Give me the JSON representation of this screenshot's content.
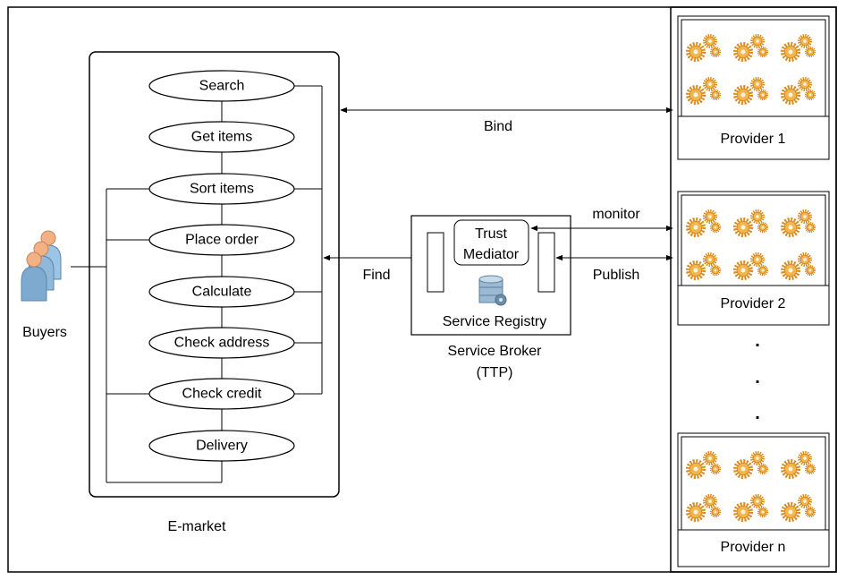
{
  "emarket": {
    "label": "E-market",
    "steps": [
      "Search",
      "Get items",
      "Sort items",
      "Place order",
      "Calculate",
      "Check address",
      "Check credit",
      "Delivery"
    ]
  },
  "buyers": {
    "label": "Buyers"
  },
  "broker": {
    "trust_line1": "Trust",
    "trust_line2": "Mediator",
    "registry": "Service Registry",
    "name_line1": "Service Broker",
    "name_line2": "(TTP)"
  },
  "arrows": {
    "bind": "Bind",
    "find": "Find",
    "monitor": "monitor",
    "publish": "Publish"
  },
  "providers": [
    {
      "label": "Provider 1"
    },
    {
      "label": "Provider 2"
    },
    {
      "label": "Provider n"
    }
  ],
  "ellipsis": ".",
  "icons": {
    "gear_color": "#d98a1e",
    "gear_light": "#f2b64e",
    "person_skin": "#f4b183",
    "person_body": "#8fb8d9",
    "database_color": "#7aa0c0"
  }
}
